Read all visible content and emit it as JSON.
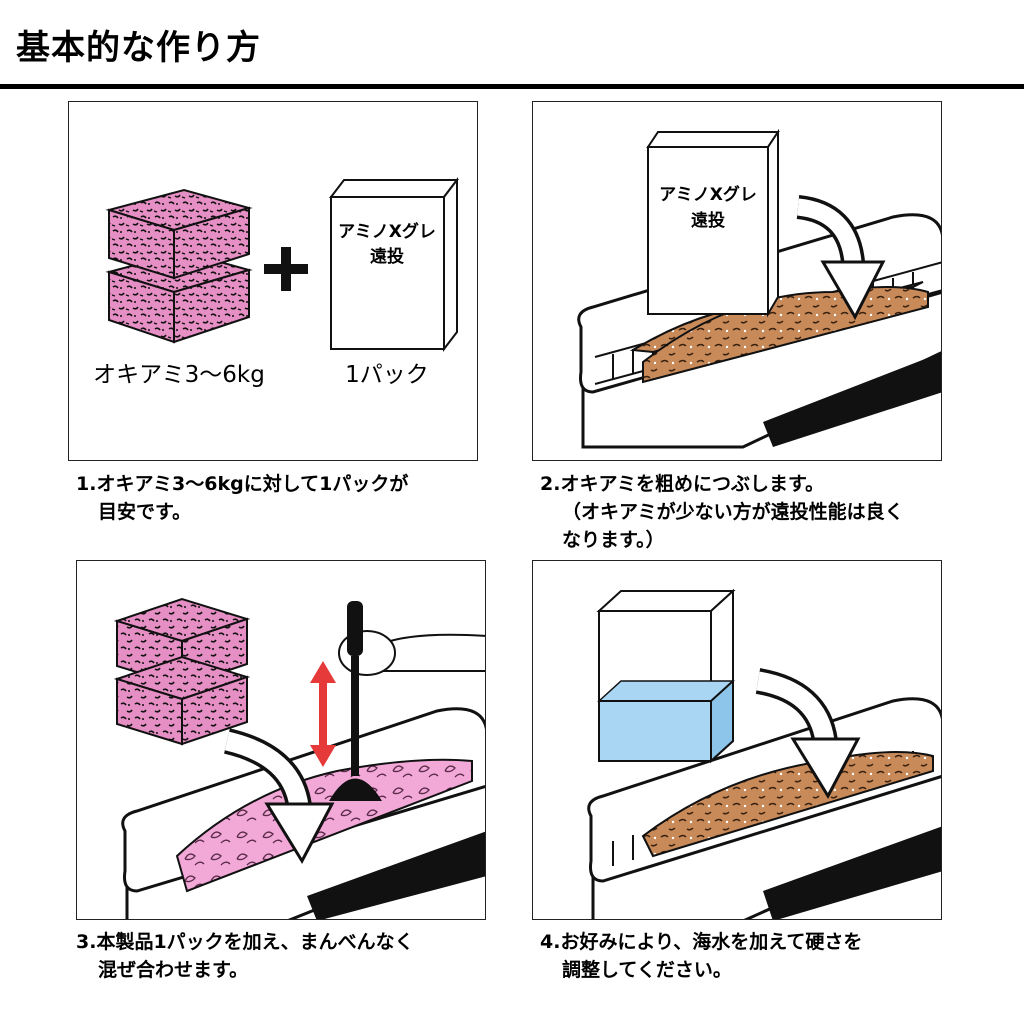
{
  "page": {
    "title": "基本的な作り方"
  },
  "steps": [
    {
      "caption_line1": "1.オキアミ3～6kgに対して1パックが",
      "caption_line2": "目安です。",
      "bait_label": "オキアミ3～6kg",
      "pack_label": "1パック",
      "box_text_line1": "アミノXグレ",
      "box_text_line2": "遠投"
    },
    {
      "caption_line1": "2.オキアミを粗めにつぶします。",
      "caption_line2": "（オキアミが少ない方が遠投性能は良く",
      "caption_line3": "なります。）",
      "box_text_line1": "アミノXグレ",
      "box_text_line2": "遠投"
    },
    {
      "caption_line1": "3.本製品1パックを加え、まんべんなく",
      "caption_line2": "混ぜ合わせます。"
    },
    {
      "caption_line1": "4.お好みにより、海水を加えて硬さを",
      "caption_line2": "調整してください。"
    }
  ],
  "colors": {
    "krill_pink": "#e58fc4",
    "paste_brown": "#c98a5a",
    "water_blue": "#a9d6f2",
    "arrow_red": "#e63a3a"
  }
}
